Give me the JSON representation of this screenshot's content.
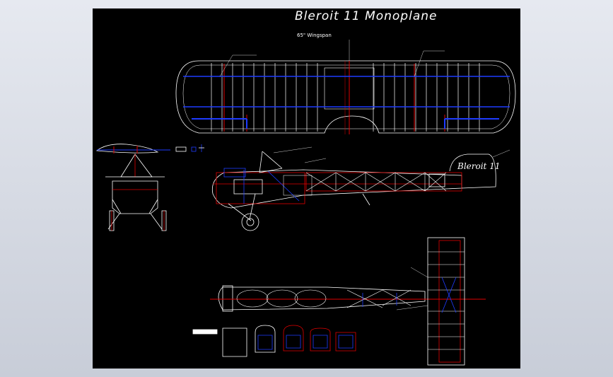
{
  "drawing": {
    "title": "Bleroit 11 Monoplane",
    "wingspan_note": "65\" Wingspan",
    "fuselage_script": "Bleroit 11"
  },
  "colors": {
    "background": "#000000",
    "structure": "#ffffff",
    "spar": "#1e3cff",
    "centerline": "#e00000",
    "chrome": "#d9dde6"
  }
}
